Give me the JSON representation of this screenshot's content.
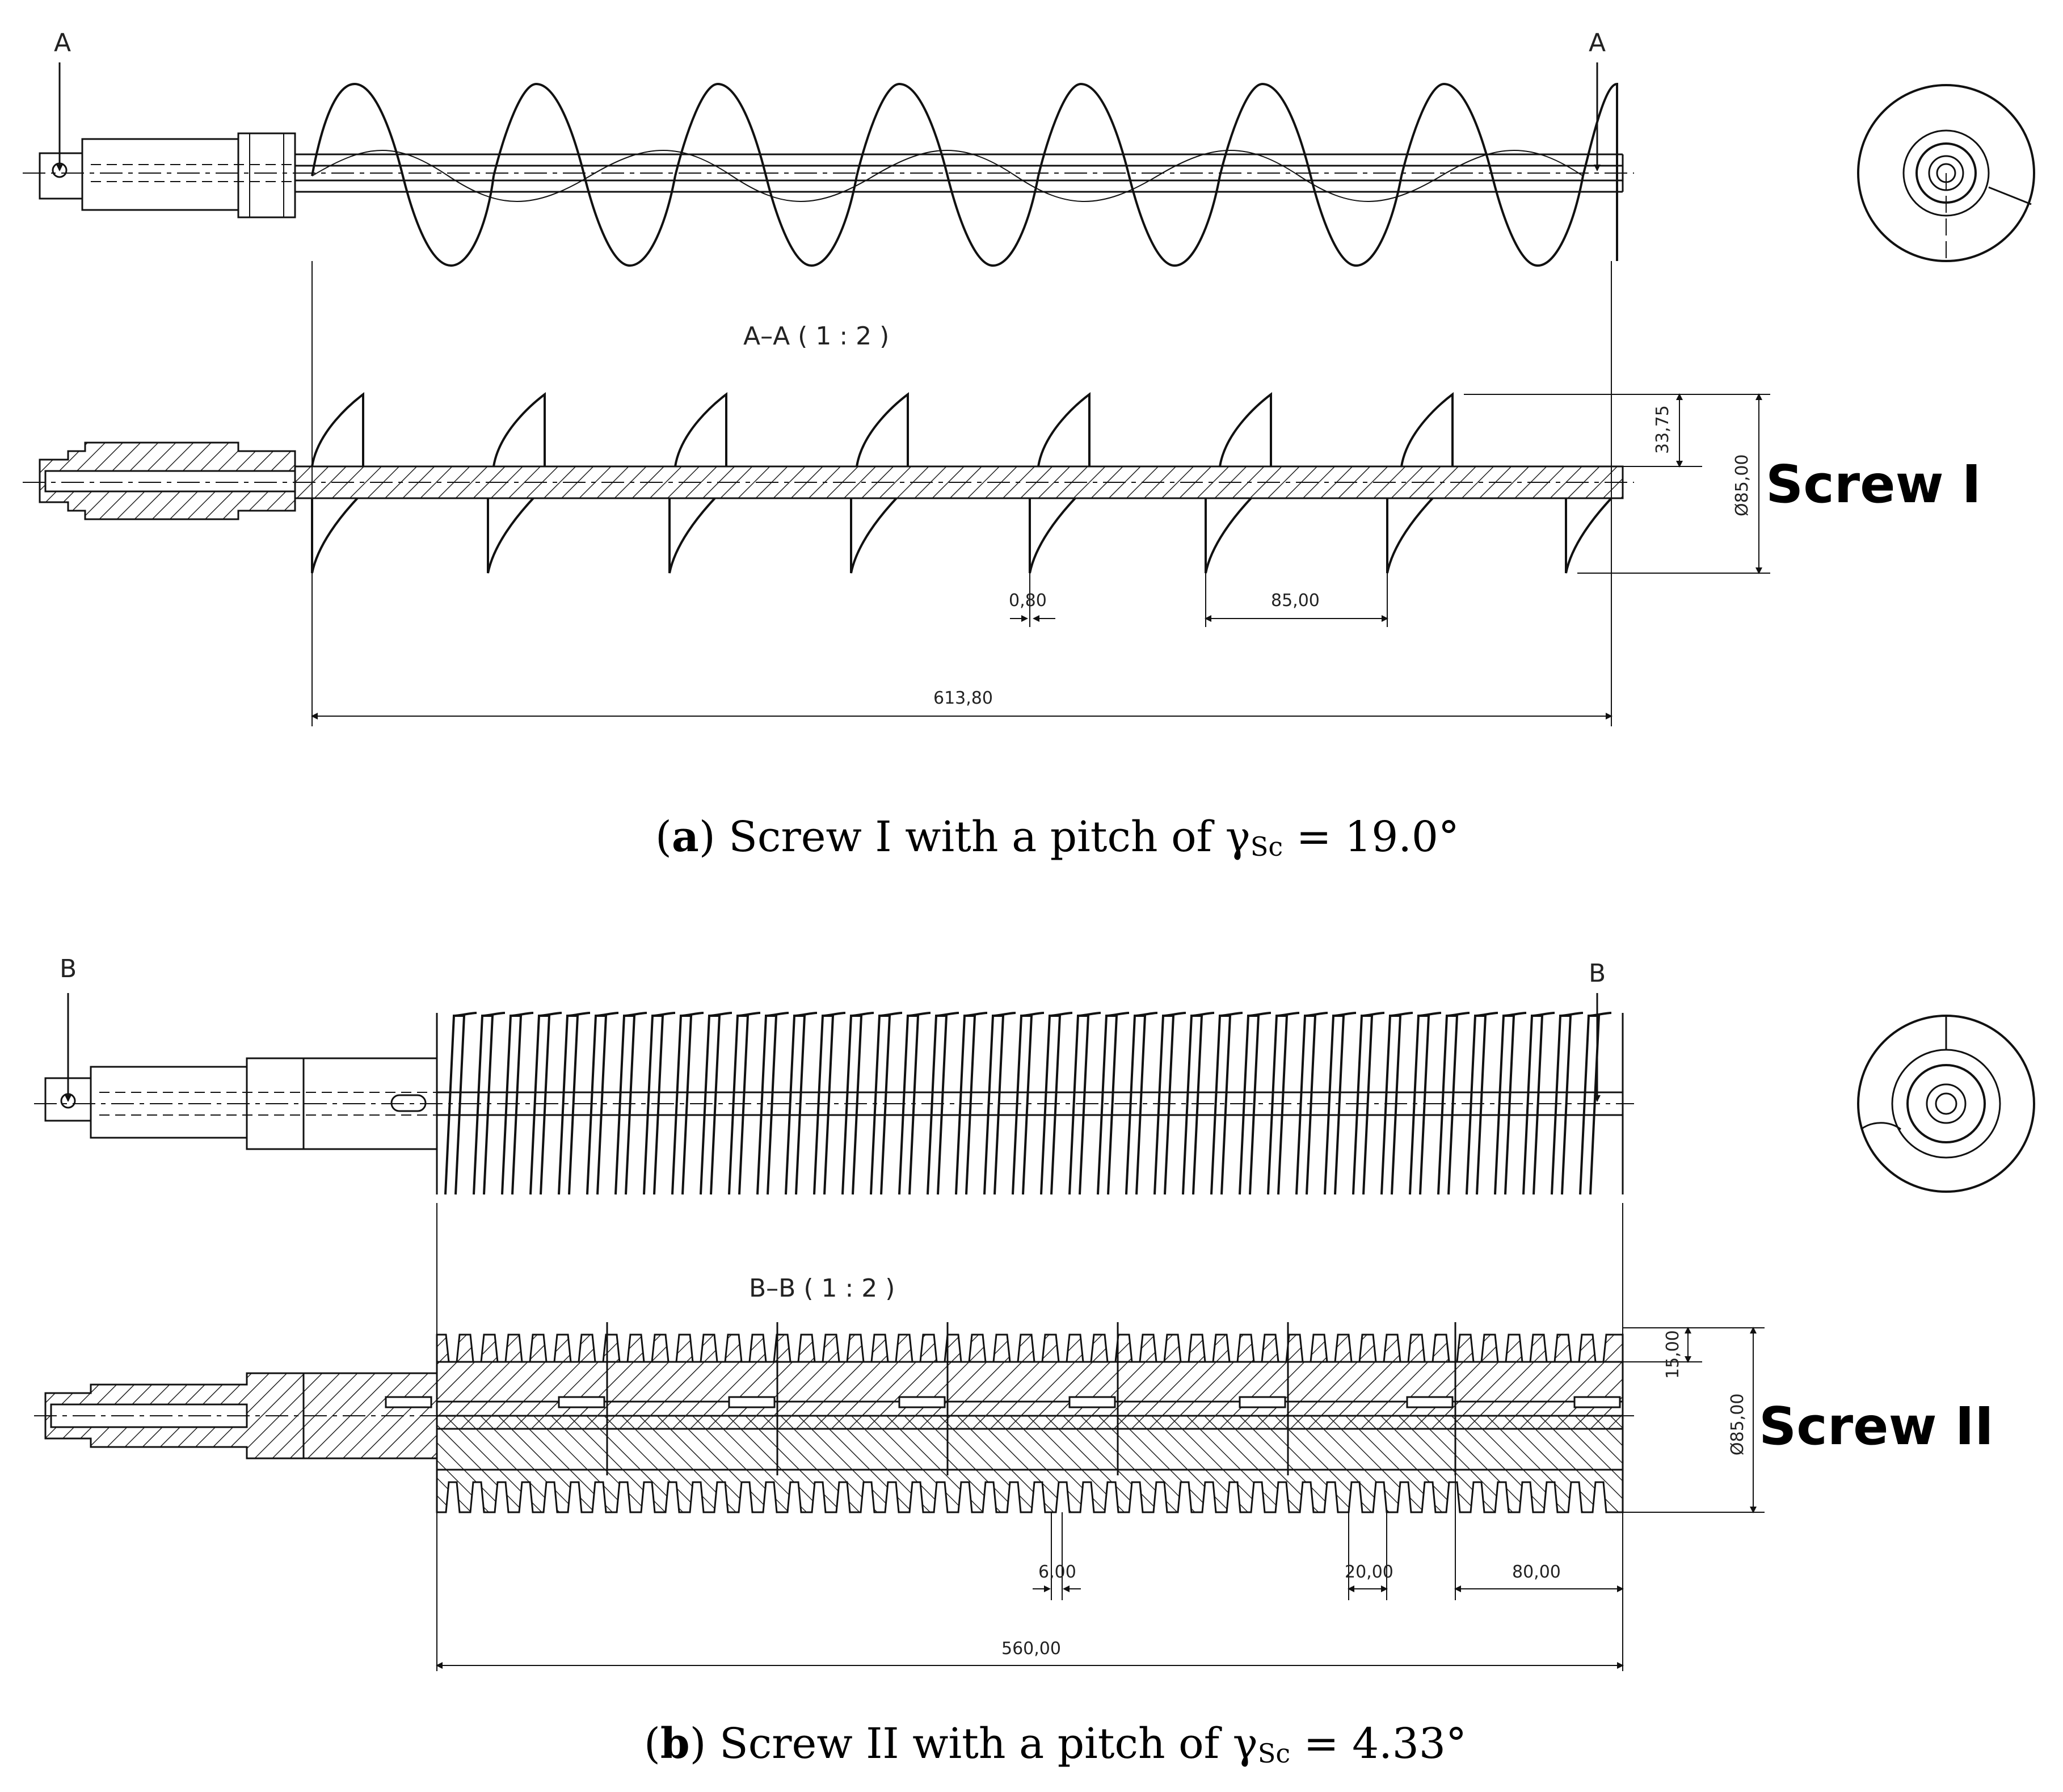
{
  "screw1": {
    "section_letter": "A",
    "section_title": "A–A ( 1 : 2 )",
    "label": "Screw I",
    "dims": {
      "flight_height": "33,75",
      "diameter": "Ø85,00",
      "thickness": "0,80",
      "pitch": "85,00",
      "length": "613,80"
    },
    "caption": {
      "letter": "a",
      "text": " Screw I with a pitch of ",
      "symbol": "γ",
      "sub": "Sc",
      "value": " = 19.0°"
    }
  },
  "screw2": {
    "section_letter": "B",
    "section_title": "B–B ( 1 : 2 )",
    "label": "Screw II",
    "dims": {
      "flight_height": "15,00",
      "diameter": "Ø85,00",
      "thickness": "6,00",
      "pitch": "20,00",
      "segment": "80,00",
      "length": "560,00"
    },
    "caption": {
      "letter": "b",
      "text": " Screw II with a pitch of ",
      "symbol": "γ",
      "sub": "Sc",
      "value": " = 4.33°"
    }
  }
}
